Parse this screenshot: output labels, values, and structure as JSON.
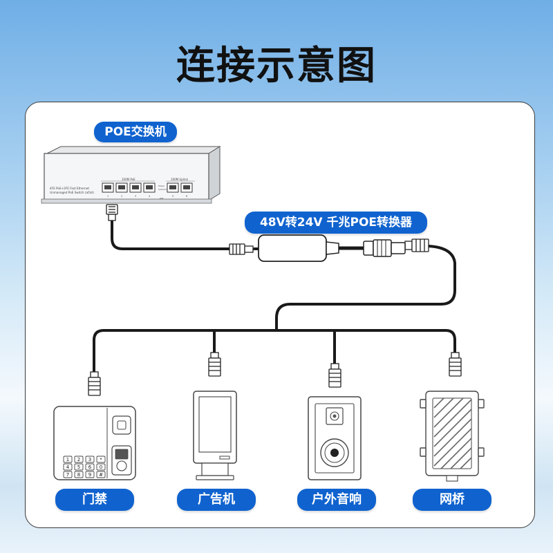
{
  "title": "连接示意图",
  "labels": {
    "switch": "POE交换机",
    "converter": "48V转24V 千兆POE转换器",
    "device1": "门禁",
    "device2": "广告机",
    "device3": "户外音响",
    "device4": "网桥"
  },
  "switch_panel": {
    "line1": "4FE PoE+2FE Fast Ethernet",
    "line2": "Unmanaged PoE Switch (af/at)",
    "poe_group": "100M PoE",
    "uplink_group": "100M Uplink",
    "port_numbers": [
      "1",
      "2",
      "3",
      "4",
      "5",
      "6"
    ],
    "indicator1": "Power",
    "indicator2": "Link/Act",
    "indicator3": "PoE"
  },
  "keypad": [
    "1",
    "2",
    "3",
    "4",
    "5",
    "6",
    "7",
    "8",
    "9",
    "*",
    "0",
    "#"
  ],
  "colors": {
    "accent": "#1063cf",
    "cable": "#1a1a1a",
    "outline": "#444444"
  }
}
